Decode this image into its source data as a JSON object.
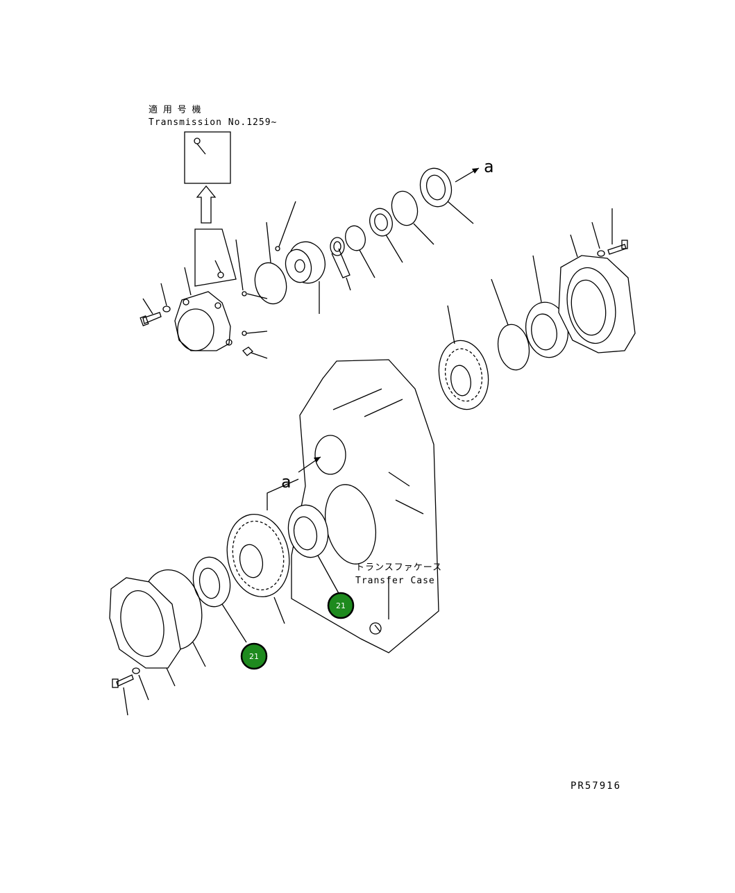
{
  "applicability": {
    "jp_label": "適 用 号 機",
    "en_label": "Transmission No.1259~"
  },
  "arrow_labels": {
    "a_top": "a",
    "a_left": "a"
  },
  "transfer_case": {
    "jp_label": "トランスファケース",
    "en_label": "Transfer Case"
  },
  "callouts": [
    {
      "number": "21",
      "color": "#1e8a1e"
    },
    {
      "number": "21",
      "color": "#1e8a1e"
    }
  ],
  "drawing_number": "PR57916"
}
